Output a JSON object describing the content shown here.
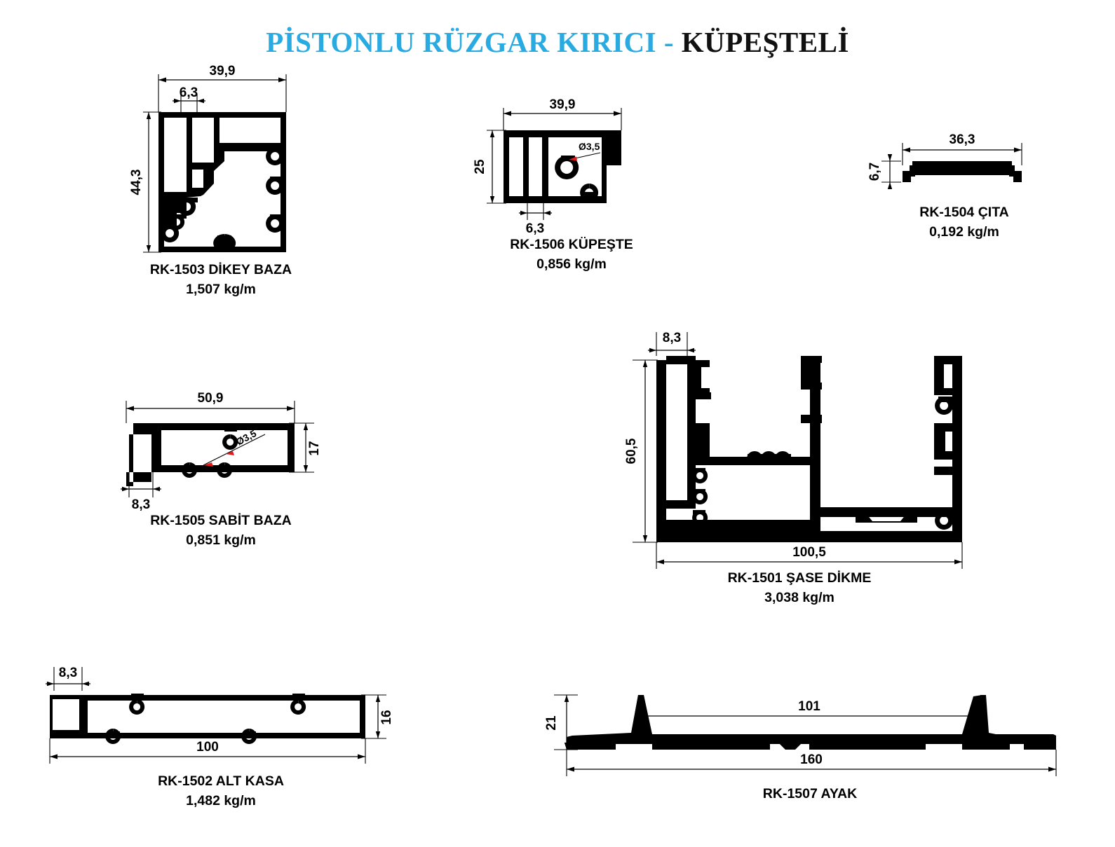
{
  "title": {
    "blue_part": "PİSTONLU RÜZGAR KIRICI -",
    "black_part": " KÜPEŞTELİ"
  },
  "colors": {
    "title_blue": "#29ABE2",
    "title_black": "#111111",
    "profile_fill": "#000000",
    "leader_arrow_red": "#e01b1b"
  },
  "drawing_type": "aluminium-extrusion-profile-cross-sections",
  "profiles": [
    {
      "id": "rk-1503",
      "code": "RK-1503 DİKEY BAZA",
      "weight": "1,507 kg/m",
      "dimensions": {
        "width": "39,9",
        "height": "44,3",
        "channel": "6,3"
      }
    },
    {
      "id": "rk-1506",
      "code": "RK-1506 KÜPEŞTE",
      "weight": "0,856 kg/m",
      "dimensions": {
        "width": "39,9",
        "height": "25",
        "channel": "6,3",
        "bore": "Ø3,5"
      }
    },
    {
      "id": "rk-1504",
      "code": "RK-1504 ÇITA",
      "weight": "0,192 kg/m",
      "dimensions": {
        "width": "36,3",
        "height": "6,7"
      }
    },
    {
      "id": "rk-1505",
      "code": "RK-1505 SABİT BAZA",
      "weight": "0,851 kg/m",
      "dimensions": {
        "width": "50,9",
        "height": "17",
        "leg": "8,3",
        "bore": "Ø3,5"
      }
    },
    {
      "id": "rk-1501",
      "code": "RK-1501 ŞASE DİKME",
      "weight": "3,038 kg/m",
      "dimensions": {
        "width": "100,5",
        "height": "60,5",
        "leg": "8,3"
      }
    },
    {
      "id": "rk-1502",
      "code": "RK-1502 ALT KASA",
      "weight": "1,482 kg/m",
      "dimensions": {
        "width": "100",
        "height": "16",
        "leg": "8,3"
      }
    },
    {
      "id": "rk-1507",
      "code": "RK-1507 AYAK",
      "weight": "",
      "dimensions": {
        "width": "160",
        "height": "21",
        "inner_span": "101"
      }
    }
  ]
}
